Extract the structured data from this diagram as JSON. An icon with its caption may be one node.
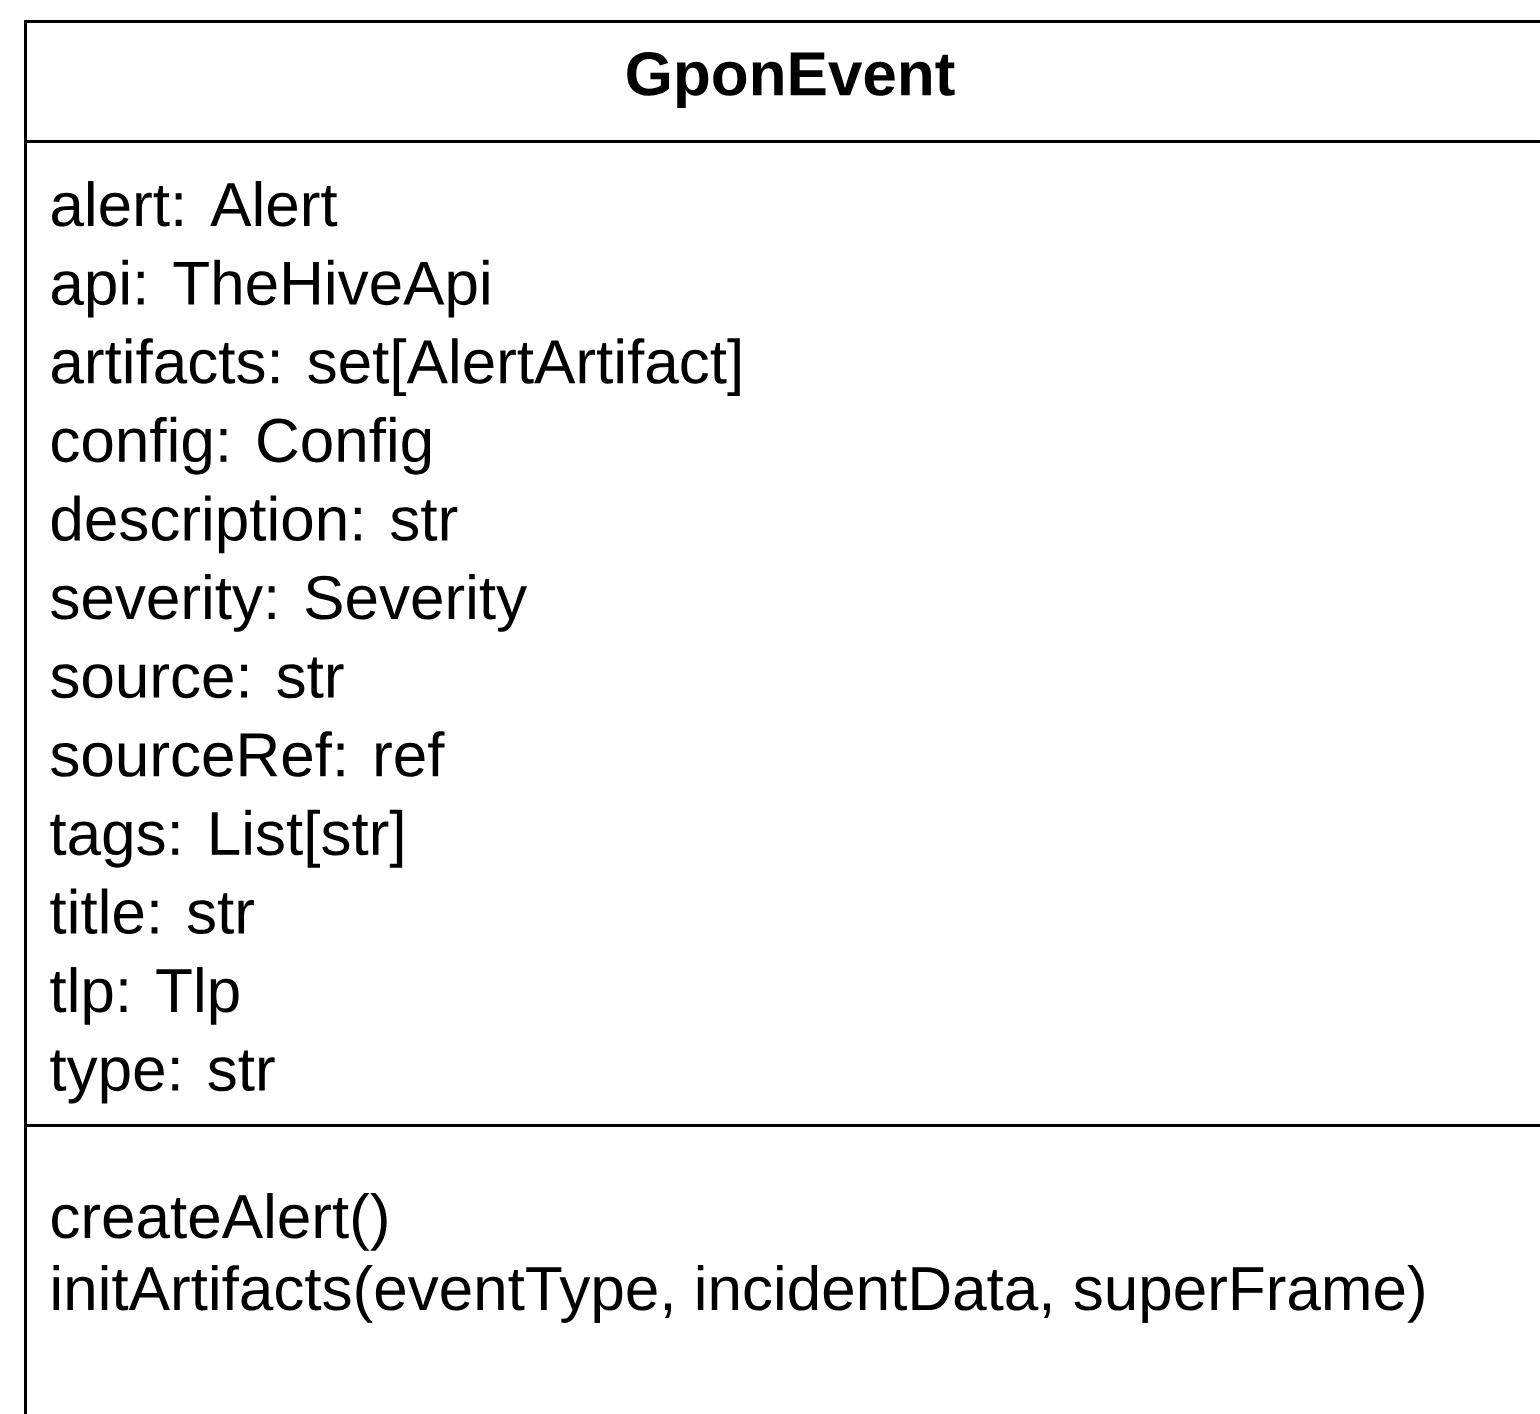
{
  "diagram": {
    "nodes": [
      {
        "text": [
          "GponEvent"
        ]
      },
      {
        "text": [
          "alert: Alert",
          "api: TheHiveApi",
          "artifacts: set[AlertArtifact]",
          "config: Config",
          "description: str",
          "severity: Severity",
          "source: str",
          "sourceRef: ref",
          "tags: List[str]",
          "title: str",
          "tlp: Tlp",
          "type: str"
        ],
        "in": 0
      },
      {
        "text": [
          "createAlert()",
          "initArtifacts(eventType, incidentData, superFrame)"
        ],
        "in": 0
      }
    ],
    "edges": []
  }
}
